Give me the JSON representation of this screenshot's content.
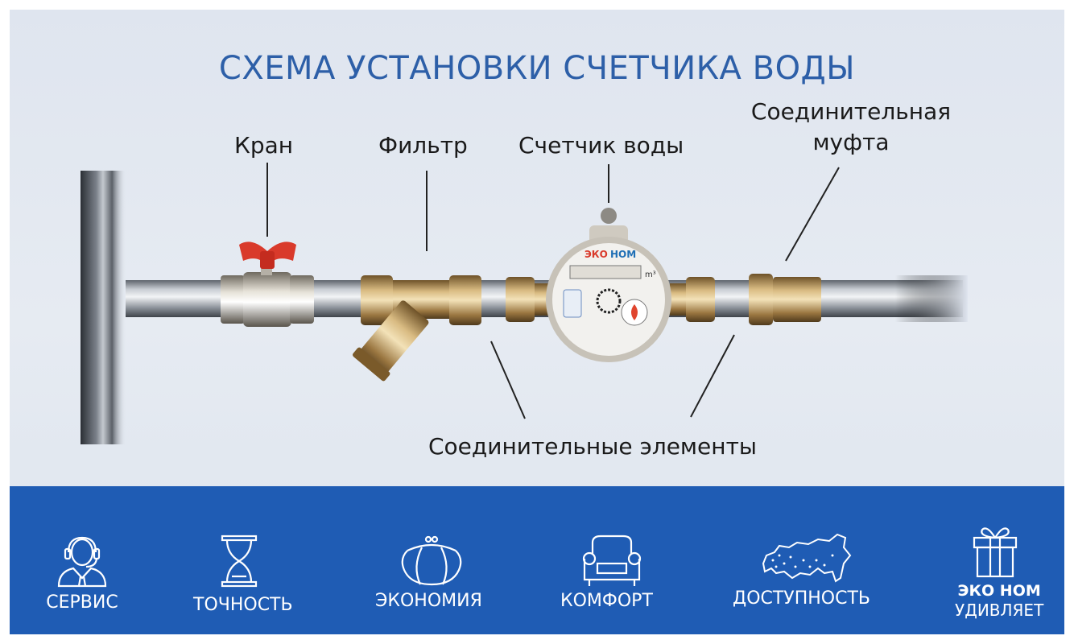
{
  "title": "СХЕМА УСТАНОВКИ СЧЕТЧИКА ВОДЫ",
  "labels": {
    "valve": "Кран",
    "filter": "Фильтр",
    "meter": "Счетчик воды",
    "coupling_line1": "Соединительная",
    "coupling_line2": "муфта",
    "connectors": "Соединительные элементы"
  },
  "meter_face": {
    "brand_red": "ЭКО",
    "brand_blue": "НОМ",
    "unit": "m³"
  },
  "features": [
    {
      "label": "СЕРВИС",
      "icon": "headset-operator-icon"
    },
    {
      "label": "ТОЧНОСТЬ",
      "icon": "hourglass-icon"
    },
    {
      "label": "ЭКОНОМИЯ",
      "icon": "purse-icon"
    },
    {
      "label": "КОМФОРТ",
      "icon": "armchair-icon"
    },
    {
      "label": "ДОСТУПНОСТЬ",
      "icon": "russia-map-icon"
    },
    {
      "label_line1": "ЭКО НОМ",
      "label_line2": "УДИВЛЯЕТ",
      "icon": "gift-icon"
    }
  ],
  "colors": {
    "title": "#2d5fa8",
    "band": "#1f5cb4",
    "background": "#e2e8f0",
    "valve_handle": "#d93a2b",
    "brass": "#b8955a"
  }
}
